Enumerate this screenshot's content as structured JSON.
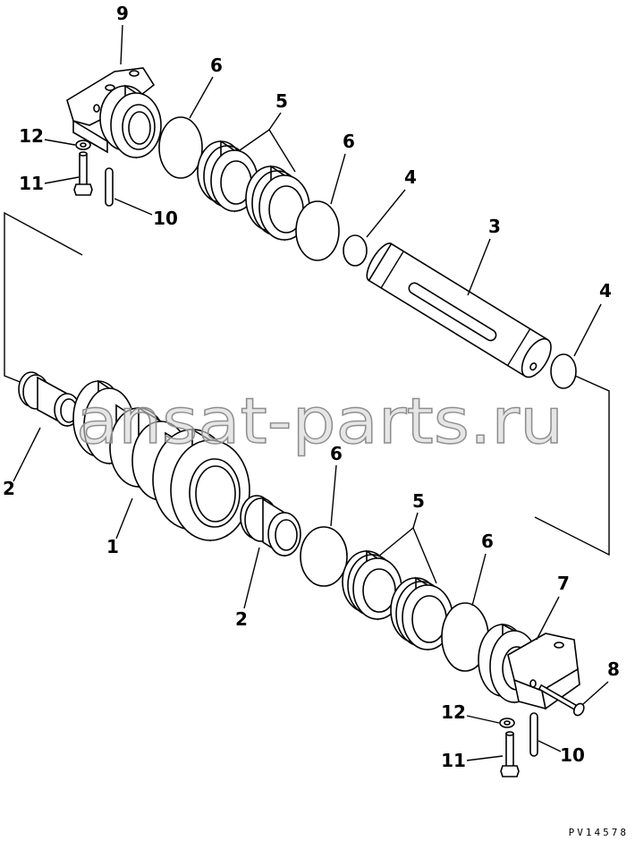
{
  "callouts": [
    "9",
    "6",
    "5",
    "6",
    "4",
    "3",
    "4",
    "12",
    "11",
    "10",
    "2",
    "1",
    "6",
    "5",
    "2",
    "6",
    "7",
    "8",
    "12",
    "11",
    "10"
  ],
  "watermark": "ansat-parts.ru",
  "drawing_code": "PV14578"
}
